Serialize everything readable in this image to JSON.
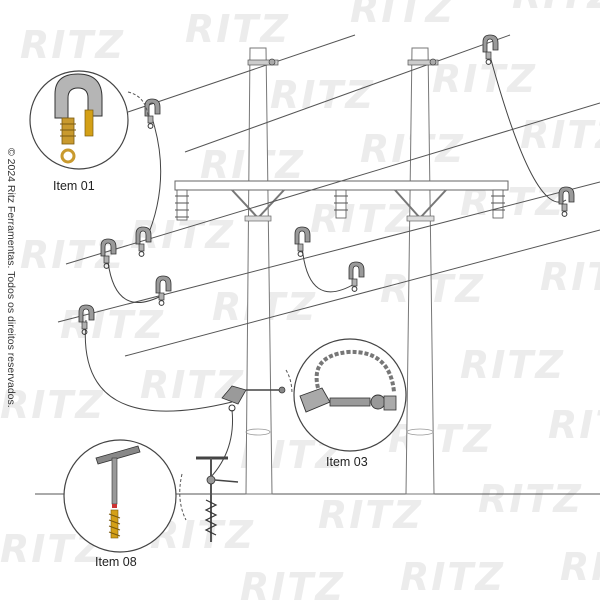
{
  "watermark": {
    "brand": "RITZ"
  },
  "copyright": "© 2024 Ritz Ferramentas. Todos os direitos reservados.",
  "callouts": [
    {
      "id": "item-01",
      "label": "Item 01"
    },
    {
      "id": "item-03",
      "label": "Item 03"
    },
    {
      "id": "item-08",
      "label": "Item 08"
    }
  ],
  "colors": {
    "line": "#555555",
    "pole": "#cfcfcf",
    "clamp_metal": "#9a9a9a",
    "clamp_gold": "#c99a2e",
    "accent_gold": "#d4a017"
  }
}
